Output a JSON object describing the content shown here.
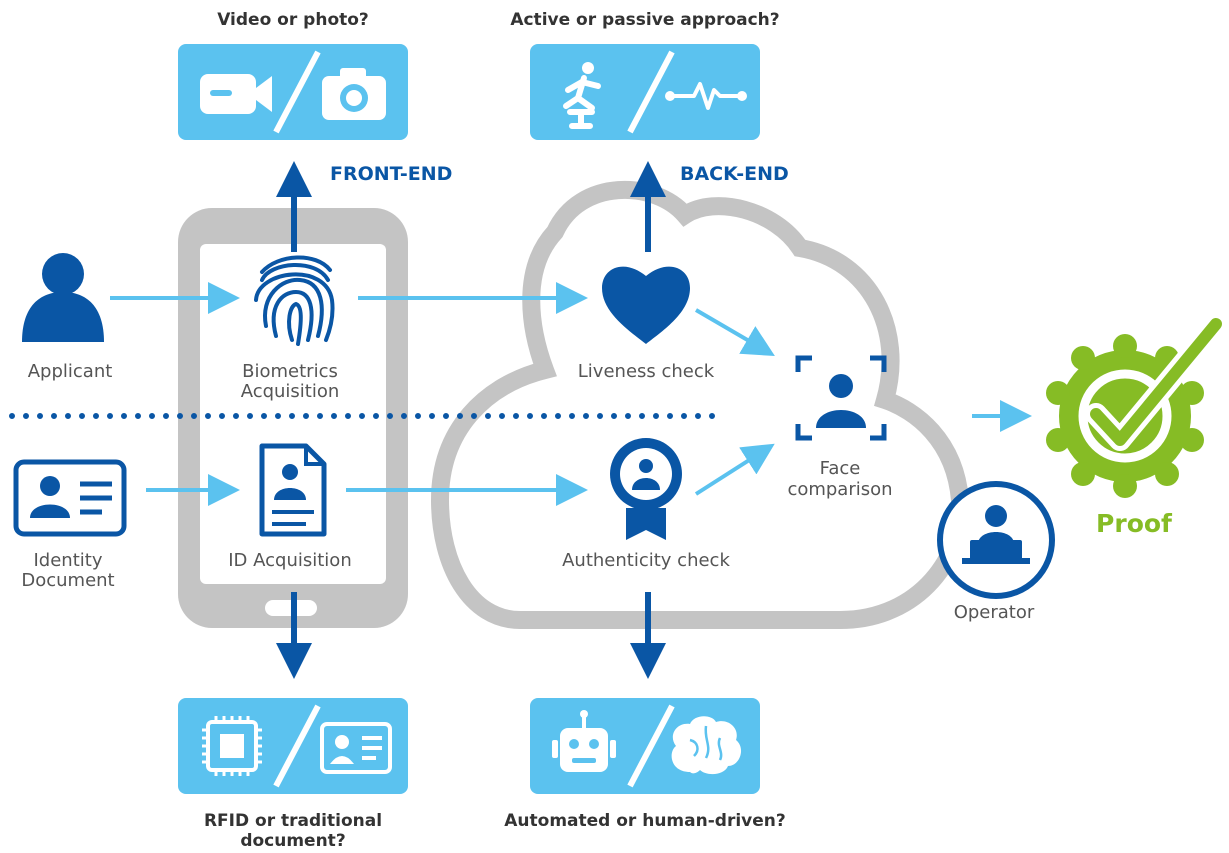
{
  "questions": {
    "video_or_photo": "Video or photo?",
    "active_or_passive": "Active or passive approach?",
    "rfid_line1": "RFID or traditional",
    "rfid_line2": "document?",
    "automated_or_human": "Automated or human-driven?"
  },
  "headers": {
    "front_end": "FRONT-END",
    "back_end": "BACK-END"
  },
  "nodes": {
    "applicant": "Applicant",
    "biometrics_line1": "Biometrics",
    "biometrics_line2": "Acquisition",
    "identity_line1": "Identity",
    "identity_line2": "Document",
    "id_acquisition": "ID Acquisition",
    "liveness": "Liveness check",
    "authenticity": "Authenticity check",
    "face_line1": "Face",
    "face_line2": "comparison",
    "operator": "Operator",
    "proof": "Proof"
  },
  "colors": {
    "dark_blue": "#0a56a5",
    "light_blue": "#5bc2ef",
    "grey": "#c4c4c4",
    "green": "#86bc25"
  },
  "icons": [
    "video-camera-icon",
    "photo-camera-icon",
    "running-person-icon",
    "pulse-icon",
    "chip-icon",
    "id-card-icon",
    "robot-icon",
    "brain-icon",
    "person-icon",
    "fingerprint-icon",
    "document-icon",
    "heart-icon",
    "award-badge-icon",
    "face-scan-icon",
    "operator-icon",
    "check-seal-icon"
  ]
}
